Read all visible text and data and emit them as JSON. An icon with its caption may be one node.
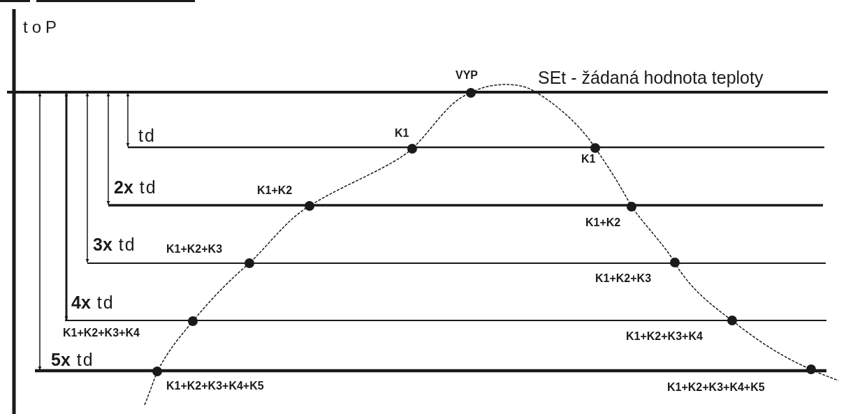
{
  "diagram": {
    "labels": [
      "toP",
      "VYP",
      "SEt - žádaná hodnota teploty",
      "td",
      "K1",
      "K1",
      "**2x** td",
      "K1+K2",
      "K1+K2",
      "**3x** td",
      "K1+K2+K3",
      "K1+K2+K3",
      "**4x** td",
      "K1+K2+K3+K4",
      "K1+K2+K3+K4",
      "**5x** td",
      "K1+K2+K3+K4+K5",
      "K1+K2+K3+K4+K5"
    ]
  }
}
